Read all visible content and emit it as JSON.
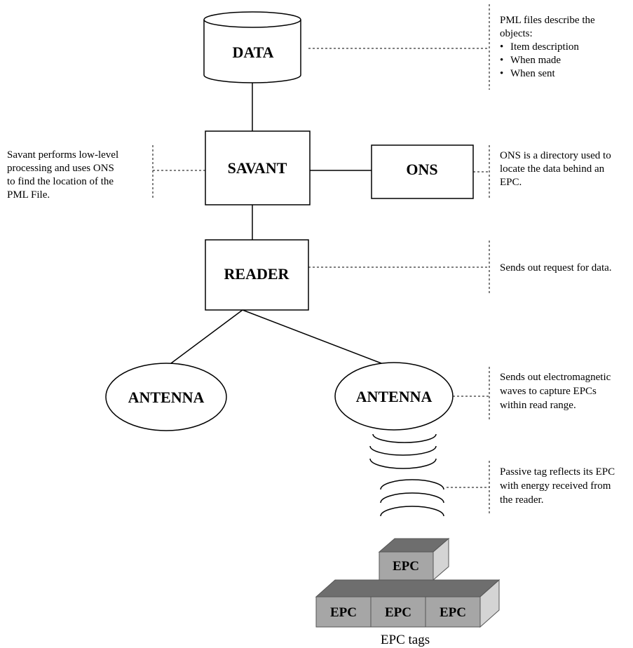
{
  "nodes": {
    "data": "DATA",
    "savant": "SAVANT",
    "ons": "ONS",
    "reader": "READER",
    "antenna_left": "ANTENNA",
    "antenna_right": "ANTENNA"
  },
  "notes": {
    "pml": {
      "lines": [
        "PML files describe the",
        "objects:"
      ],
      "bullets": [
        "Item description",
        "When made",
        "When sent"
      ]
    },
    "savant": [
      "Savant performs low-level",
      "processing and uses ONS",
      "to find the location of the",
      "PML File."
    ],
    "ons": [
      "ONS is a directory used to",
      "locate the data behind an",
      "EPC."
    ],
    "reader": [
      "Sends out request for data."
    ],
    "antenna": [
      "Sends out electromagnetic",
      "waves to capture EPCs",
      "within read range."
    ],
    "passive_tag": [
      "Passive tag reflects its EPC",
      "with energy received from",
      "the reader."
    ]
  },
  "tags": {
    "top": "EPC",
    "bottom": [
      "EPC",
      "EPC",
      "EPC"
    ],
    "caption": "EPC tags"
  },
  "colors": {
    "line": "#000000",
    "tag_top": "#6e6e6e",
    "tag_front": "#a6a6a6",
    "tag_side": "#d4d4d4"
  }
}
